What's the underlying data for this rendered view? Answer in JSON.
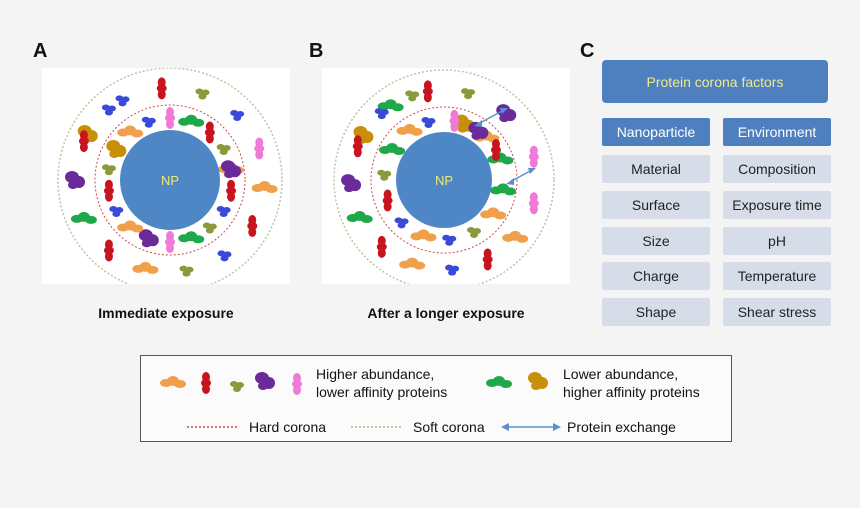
{
  "panels": {
    "a": {
      "letter": "A",
      "caption": "Immediate exposure",
      "np_label": "NP"
    },
    "b": {
      "letter": "B",
      "caption": "After a longer exposure",
      "np_label": "NP"
    },
    "c": {
      "letter": "C"
    }
  },
  "factors": {
    "title": "Protein corona factors",
    "nanoparticle": {
      "header": "Nanoparticle",
      "items": [
        "Material",
        "Surface",
        "Size",
        "Charge",
        "Shape"
      ]
    },
    "environment": {
      "header": "Environment",
      "items": [
        "Composition",
        "Exposure time",
        "pH",
        "Temperature",
        "Shear stress"
      ]
    }
  },
  "legend": {
    "high_abundance_line1": "Higher abundance,",
    "high_abundance_line2": "lower affinity proteins",
    "low_abundance_line1": "Lower abundance,",
    "low_abundance_line2": "higher affinity proteins",
    "hard_corona": "Hard corona",
    "soft_corona": "Soft corona",
    "protein_exchange": "Protein exchange"
  },
  "colors": {
    "np_fill": "#4f86c6",
    "np_text": "#e8ec7a",
    "hard_corona": "#d04848",
    "soft_corona": "#b8c8a0",
    "exchange_arrow": "#5b8fd0",
    "protein_orange": "#f0a04a",
    "protein_red": "#c8141e",
    "protein_olive": "#8a9a3a",
    "protein_purple": "#6a2a9a",
    "protein_pink": "#f07ad8",
    "protein_green": "#1fa84a",
    "protein_gold": "#c8900a",
    "protein_blue": "#3a4ad8",
    "header_blue": "#4e80bf",
    "cell_grey": "#d7dde8"
  }
}
